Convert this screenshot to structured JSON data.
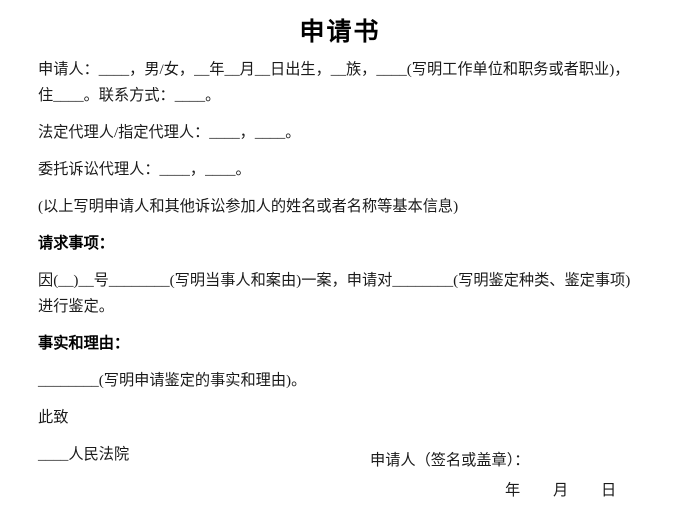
{
  "document": {
    "title": "申请书",
    "paragraphs": [
      {
        "id": "applicant-info",
        "style": "plain",
        "text": "申请人：____，男/女，__年__月__日出生，__族，____(写明工作单位和职务或者职业)，住____。联系方式：____。"
      },
      {
        "id": "legal-representative",
        "style": "plain",
        "text": "法定代理人/指定代理人：____，____。"
      },
      {
        "id": "entrusted-agent",
        "style": "plain",
        "text": "委托诉讼代理人：____，____。"
      },
      {
        "id": "basic-info-note",
        "style": "plain",
        "text": "(以上写明申请人和其他诉讼参加人的姓名或者名称等基本信息)"
      },
      {
        "id": "request-heading",
        "style": "heading",
        "text": "请求事项："
      },
      {
        "id": "request-body",
        "style": "plain",
        "text": "因(__)__号________(写明当事人和案由)一案，申请对________(写明鉴定种类、鉴定事项)进行鉴定。"
      },
      {
        "id": "facts-heading",
        "style": "heading",
        "text": "事实和理由："
      },
      {
        "id": "facts-body",
        "style": "plain",
        "text": "________(写明申请鉴定的事实和理由)。"
      },
      {
        "id": "closing-salutation",
        "style": "plain",
        "text": "此致"
      },
      {
        "id": "court-line",
        "style": "plain",
        "text": "____人民法院"
      }
    ],
    "signature": {
      "signer_label": "申请人（签名或盖章）：",
      "date": {
        "year_label": "年",
        "month_label": "月",
        "day_label": "日"
      }
    }
  }
}
